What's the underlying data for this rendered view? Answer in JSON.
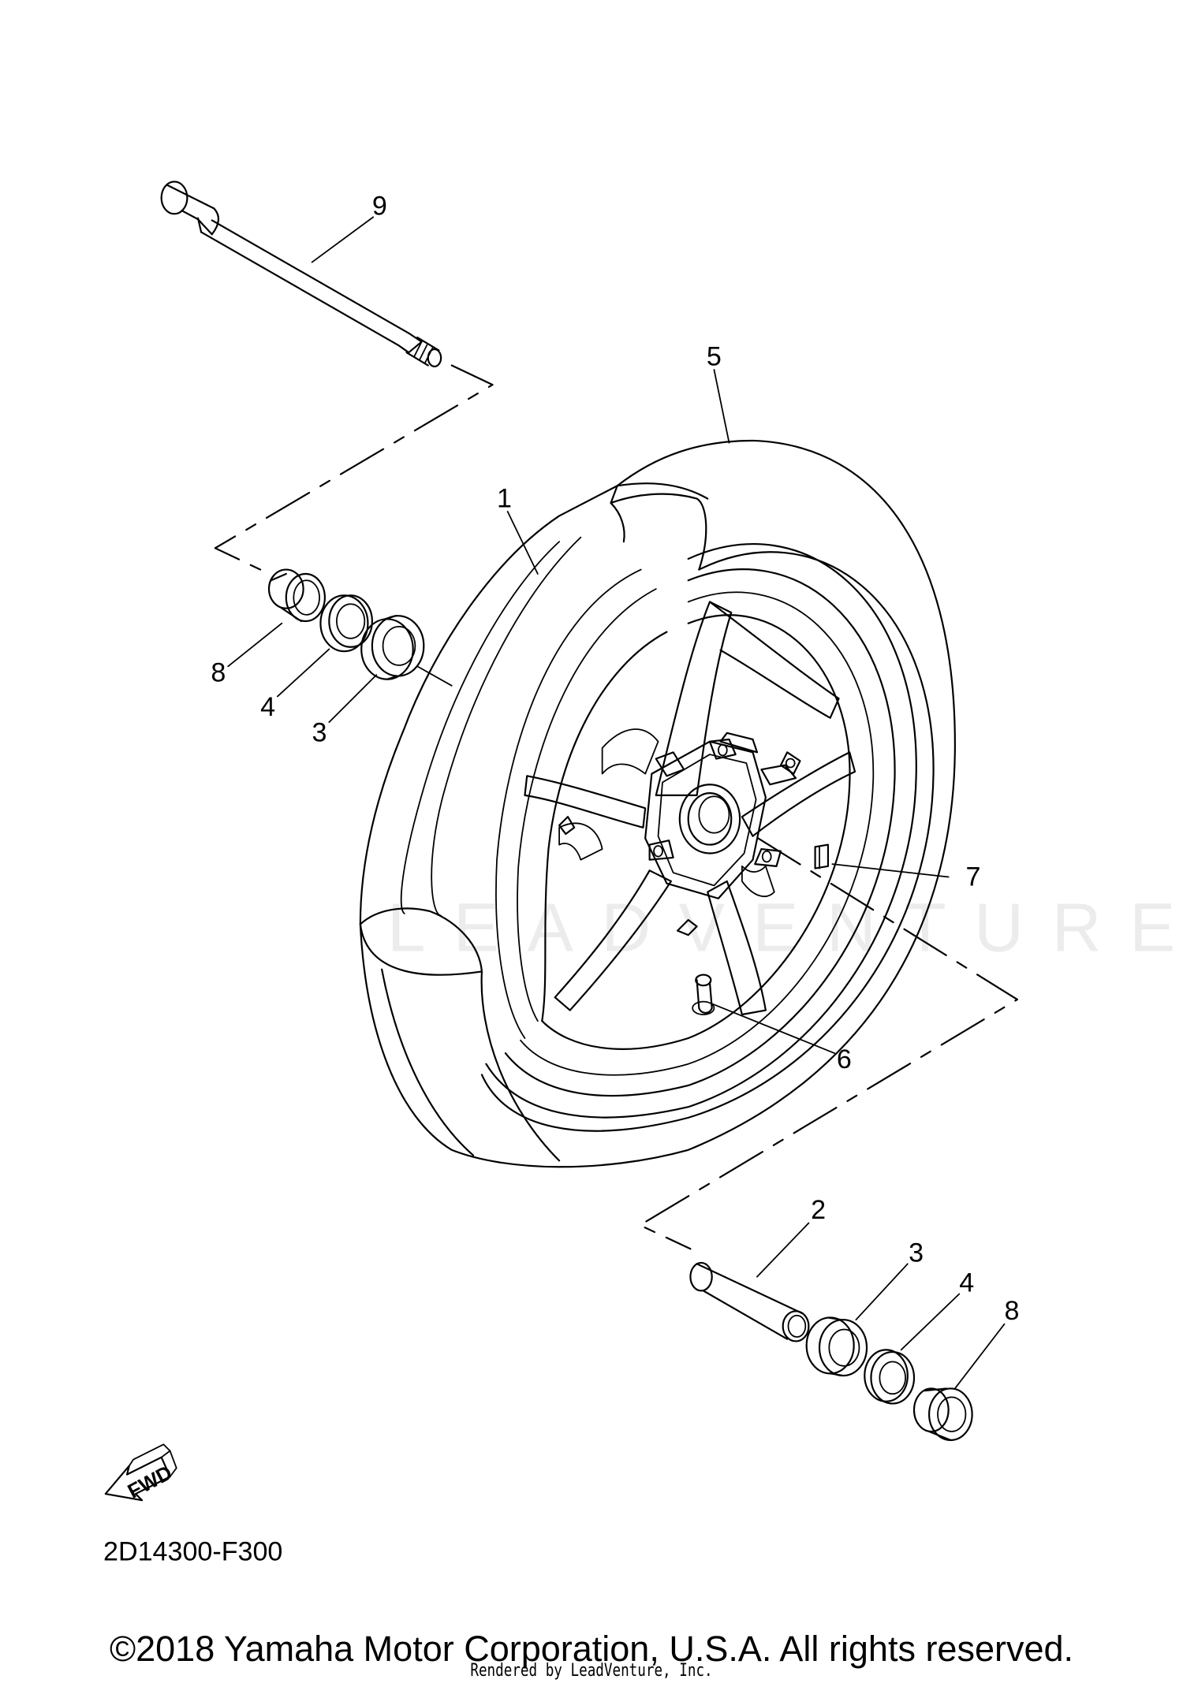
{
  "diagram": {
    "callouts": [
      {
        "id": "9",
        "label": "9"
      },
      {
        "id": "5",
        "label": "5"
      },
      {
        "id": "1",
        "label": "1"
      },
      {
        "id": "8-left",
        "label": "8"
      },
      {
        "id": "4-left",
        "label": "4"
      },
      {
        "id": "3-left",
        "label": "3"
      },
      {
        "id": "7",
        "label": "7"
      },
      {
        "id": "6",
        "label": "6"
      },
      {
        "id": "2",
        "label": "2"
      },
      {
        "id": "3-right",
        "label": "3"
      },
      {
        "id": "4-right",
        "label": "4"
      },
      {
        "id": "8-right",
        "label": "8"
      }
    ],
    "fwd_label": "FWD",
    "diagram_code": "2D14300-F300",
    "watermark": "LEADVENTURE"
  },
  "footer": {
    "copyright": "©2018 Yamaha Motor Corporation, U.S.A. All rights reserved.",
    "rendered_by": "Rendered by LeadVenture, Inc."
  }
}
